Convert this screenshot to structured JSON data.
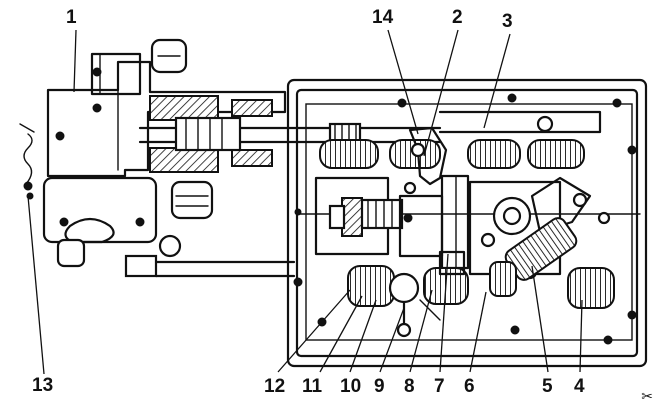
{
  "labels": {
    "l1": "1",
    "l2": "2",
    "l3": "3",
    "l4": "4",
    "l5": "5",
    "l6": "6",
    "l7": "7",
    "l8": "8",
    "l9": "9",
    "l10": "10",
    "l11": "11",
    "l12": "12",
    "l13": "13",
    "l14": "14"
  },
  "corner_mark_icon": "scissors-icon",
  "colors": {
    "ink": "#111111",
    "paper": "#ffffff"
  }
}
